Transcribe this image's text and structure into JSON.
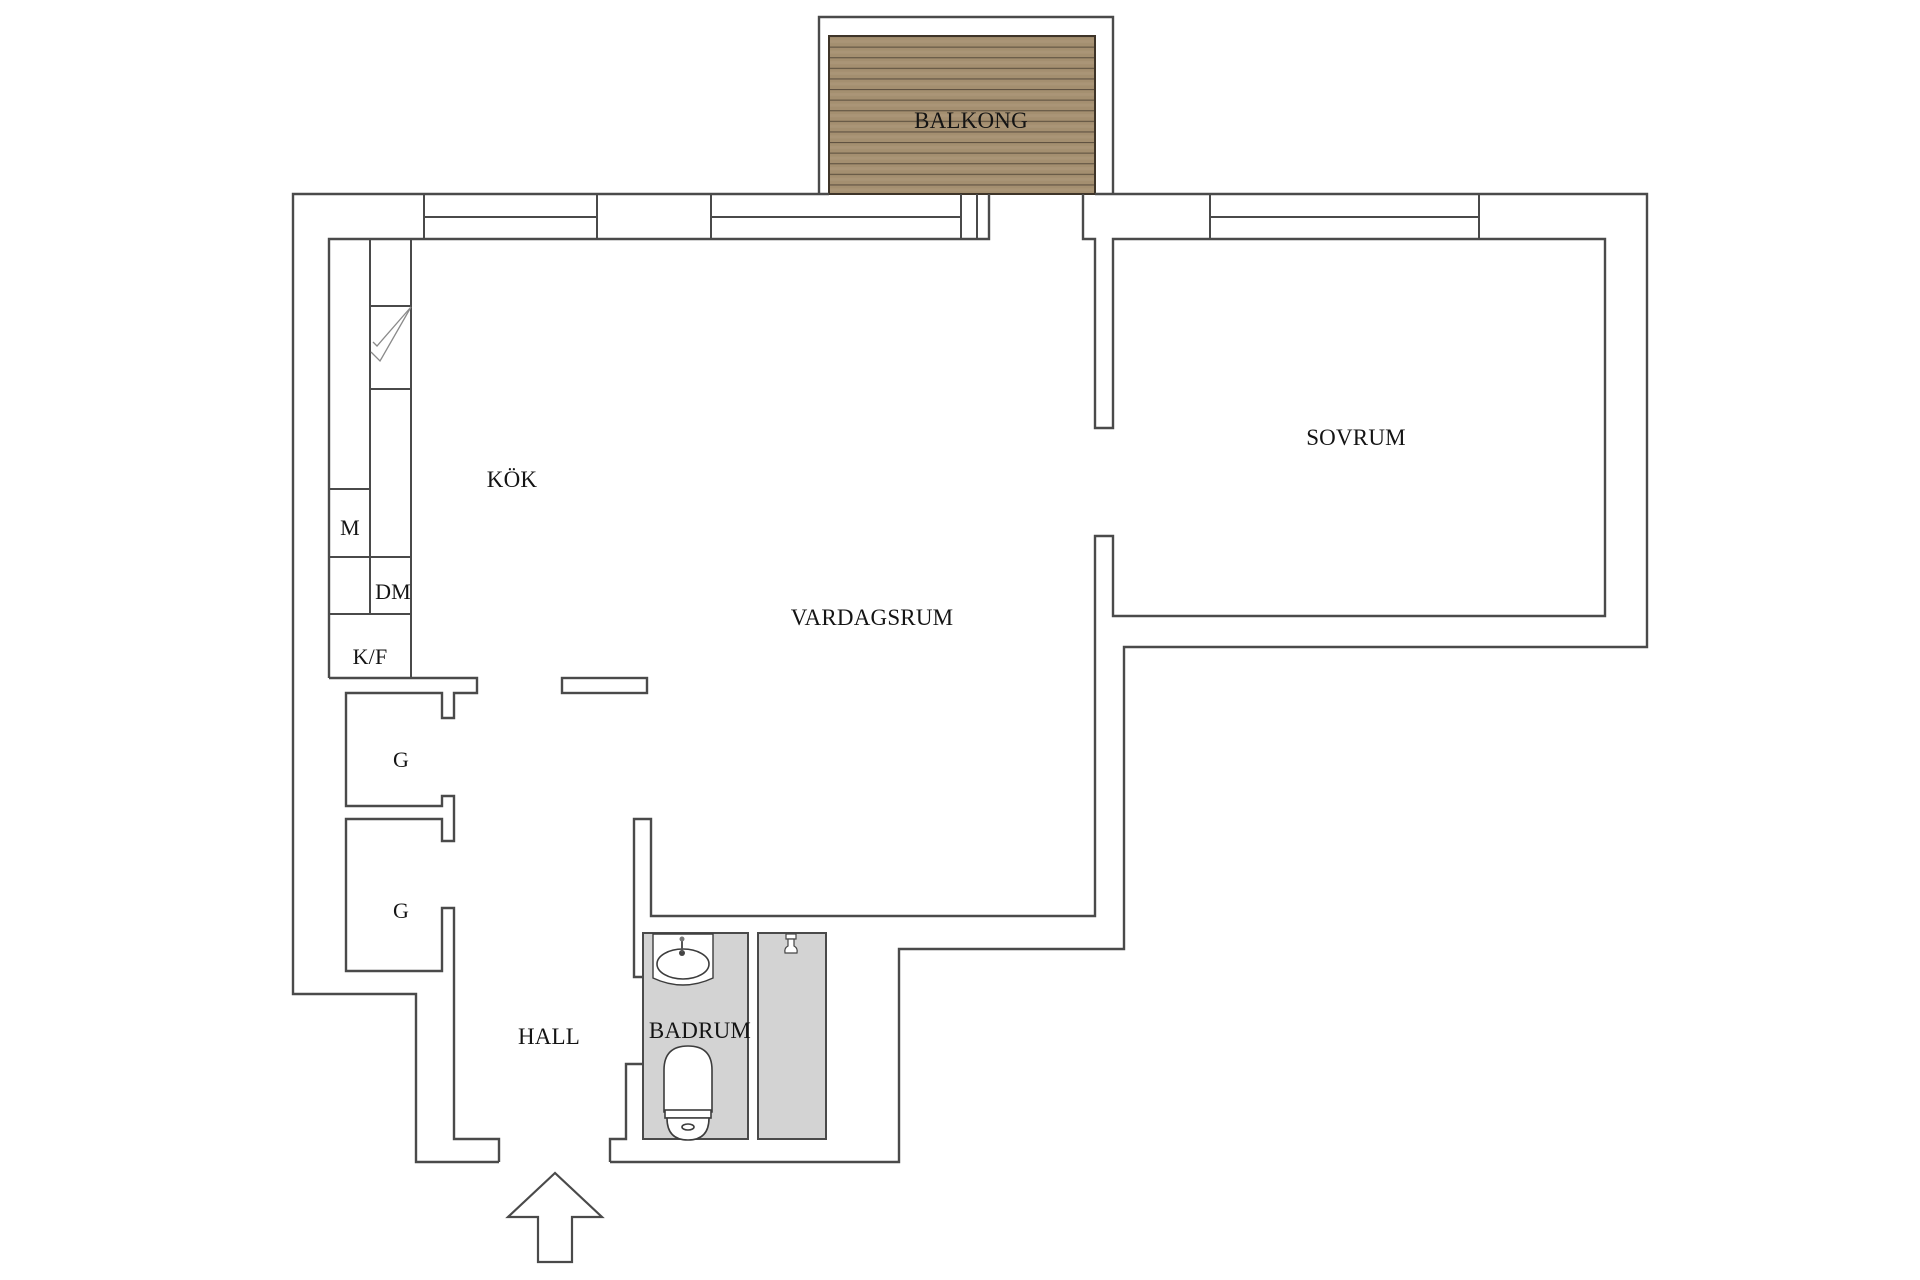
{
  "floorplan": {
    "rooms": {
      "balcony": "BALKONG",
      "kitchen": "KÖK",
      "living_room": "VARDAGSRUM",
      "bedroom": "SOVRUM",
      "hall": "HALL",
      "bathroom": "BADRUM"
    },
    "appliances": {
      "microwave": "M",
      "dishwasher": "DM",
      "fridge_freezer": "K/F"
    },
    "closets": [
      "G",
      "G"
    ],
    "entrance_marker": "entrance-arrow",
    "colors": {
      "wall_stroke": "#4a4a4a",
      "balcony_deck": "#a48f70",
      "bathroom_floor": "#d3d3d3",
      "background": "#ffffff"
    }
  }
}
